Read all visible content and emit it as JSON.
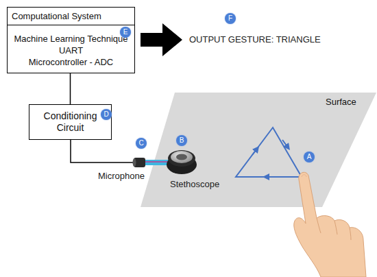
{
  "diagram": {
    "nodes": [
      {
        "text": [
          "Computational System",
          "Machine Learning Technique",
          "UART",
          "Microcontroller - ADC"
        ]
      },
      {
        "text": [
          "Conditioning Circuit"
        ]
      },
      {
        "text": [
          "Surface"
        ]
      }
    ],
    "edges": [
      {
        "from": 0,
        "to": 1,
        "arrow": "none"
      }
    ],
    "labels": [
      "OUTPUT GESTURE: TRIANGLE",
      "Microphone",
      "Stethoscope",
      "A",
      "B",
      "C",
      "D",
      "E",
      "F"
    ]
  }
}
